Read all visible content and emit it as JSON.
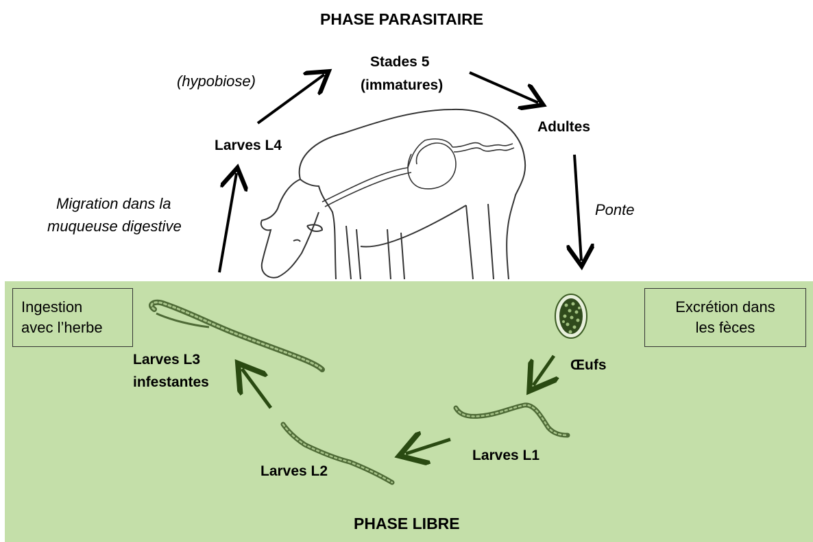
{
  "titles": {
    "parasitic_phase": "PHASE PARASITAIRE",
    "free_phase": "PHASE LIBRE"
  },
  "stages": {
    "stade5_line1": "Stades 5",
    "stade5_line2": "(immatures)",
    "adults": "Adultes",
    "larvae_l4": "Larves L4",
    "eggs": "Œufs",
    "larvae_l1": "Larves L1",
    "larvae_l2": "Larves L2",
    "larvae_l3_line1": "Larves L3",
    "larvae_l3_line2": "infestantes"
  },
  "transitions": {
    "hypobiosis": "(hypobiose)",
    "migration_line1": "Migration dans la",
    "migration_line2": "muqueuse digestive",
    "laying": "Ponte"
  },
  "boxes": {
    "ingestion_line1": "Ingestion",
    "ingestion_line2": "avec l’herbe",
    "excretion_line1": "Excrétion dans",
    "excretion_line2": "les fèces"
  },
  "colors": {
    "ground": "#c4dfa9",
    "green_arrow": "#2a4a12",
    "larva": "#5f7a45"
  }
}
